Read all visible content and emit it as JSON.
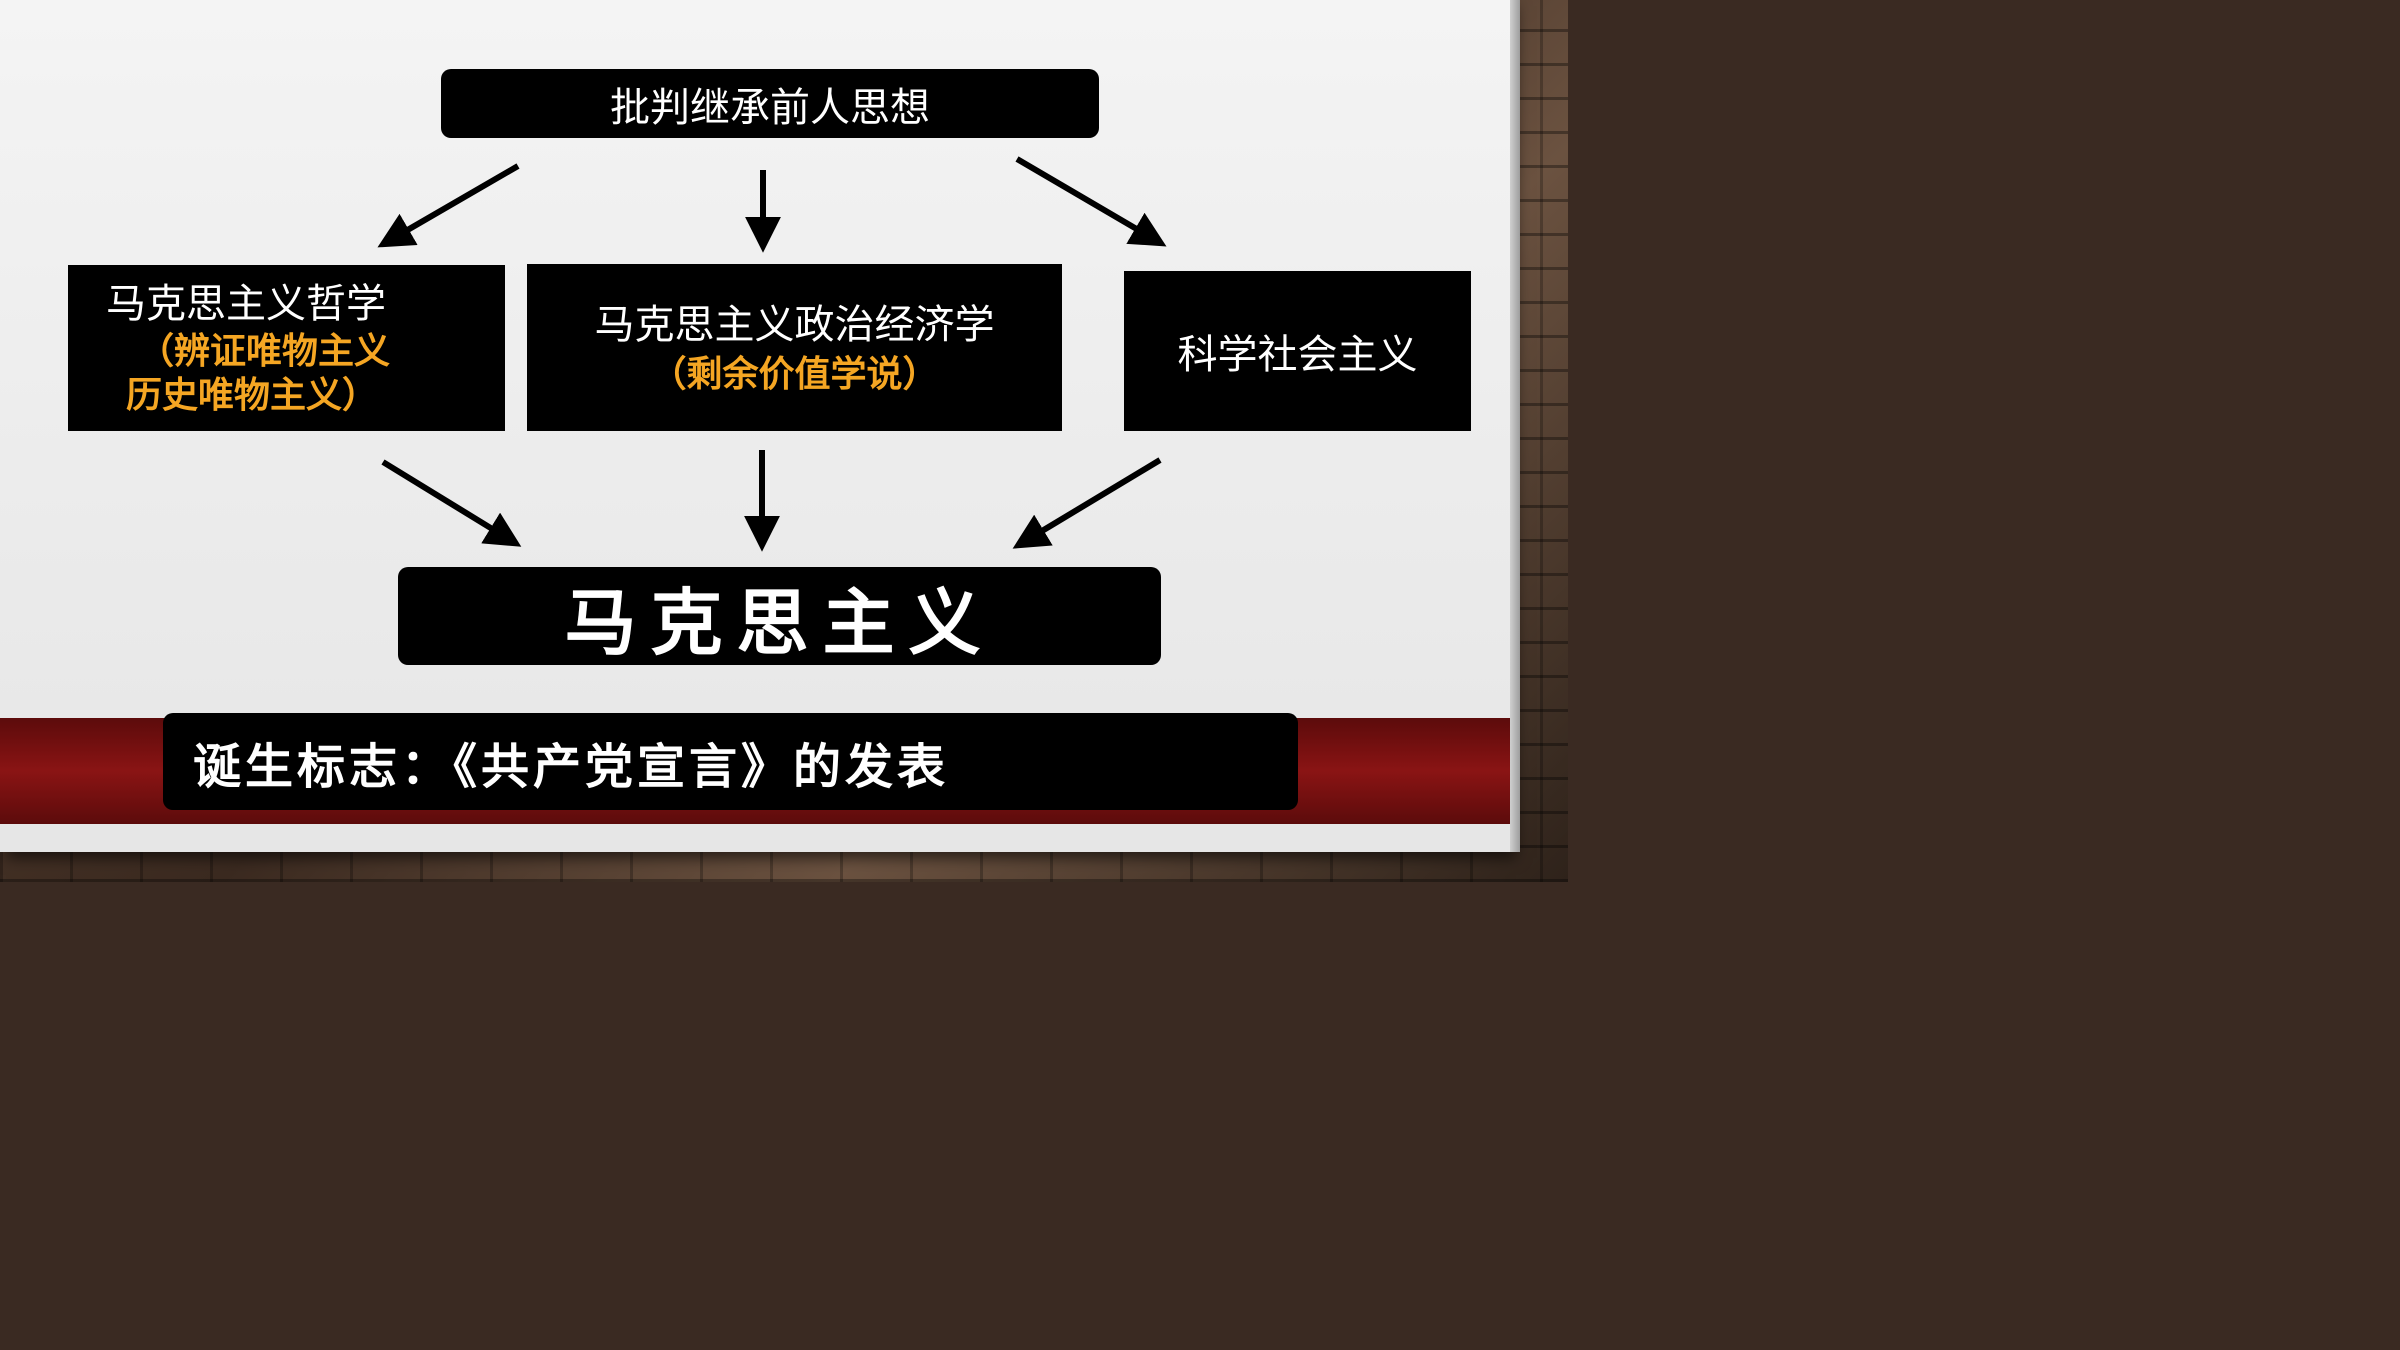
{
  "top_box": {
    "text": "批判继承前人思想"
  },
  "left_box": {
    "title": "马克思主义哲学",
    "sub_line1": "（辨证唯物主义",
    "sub_line2": "历史唯物主义）"
  },
  "middle_box": {
    "title": "马克思主义政治经济学",
    "subtitle": "（剩余价值学说）"
  },
  "right_box": {
    "text": "科学社会主义"
  },
  "center_box": {
    "text": "马克思主义"
  },
  "bottom_box": {
    "text": "诞生标志：《共产党宣言》的发表"
  },
  "colors": {
    "box_bg": "#000000",
    "box_text": "#ffffff",
    "highlight": "#f5a623",
    "band": "#8a1414"
  }
}
